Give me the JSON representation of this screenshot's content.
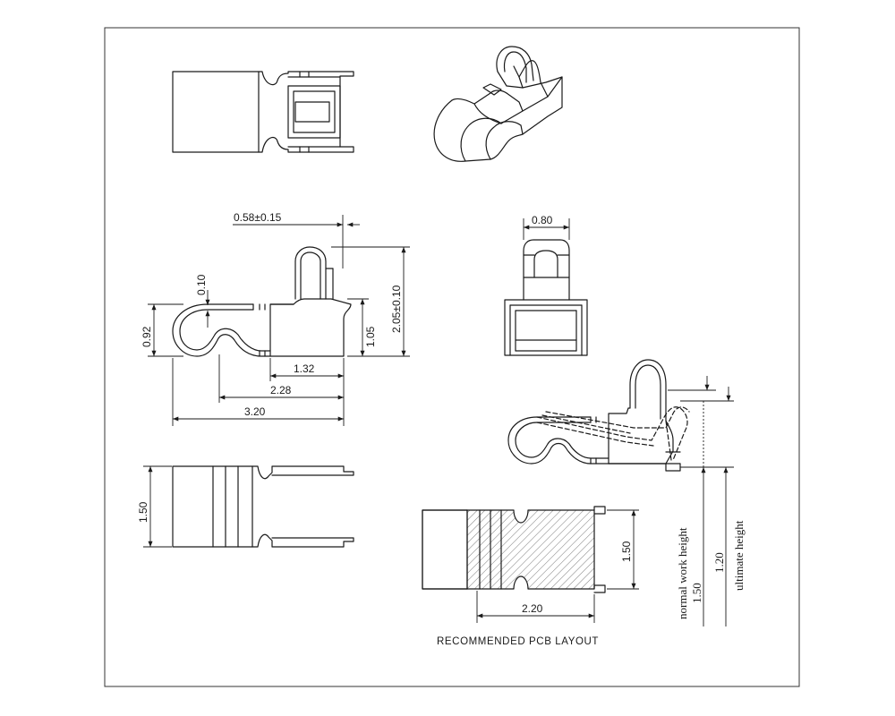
{
  "dimensions": {
    "top_width": "0.58±0.15",
    "clip_width": "0.80",
    "height_010": "0.10",
    "height_092": "0.92",
    "height_105": "1.05",
    "height_205": "2.05±0.10",
    "len_132": "1.32",
    "len_228": "2.28",
    "len_320": "3.20",
    "bottom_width": "1.50",
    "pcb_height": "1.50",
    "pcb_width": "2.20"
  },
  "labels": {
    "normal_work_height": "normal work height",
    "normal_value": "1.50",
    "ultimate_height": "ultimate height",
    "ultimate_value": "1.20",
    "pcb_caption": "RECOMMENDED PCB LAYOUT"
  }
}
